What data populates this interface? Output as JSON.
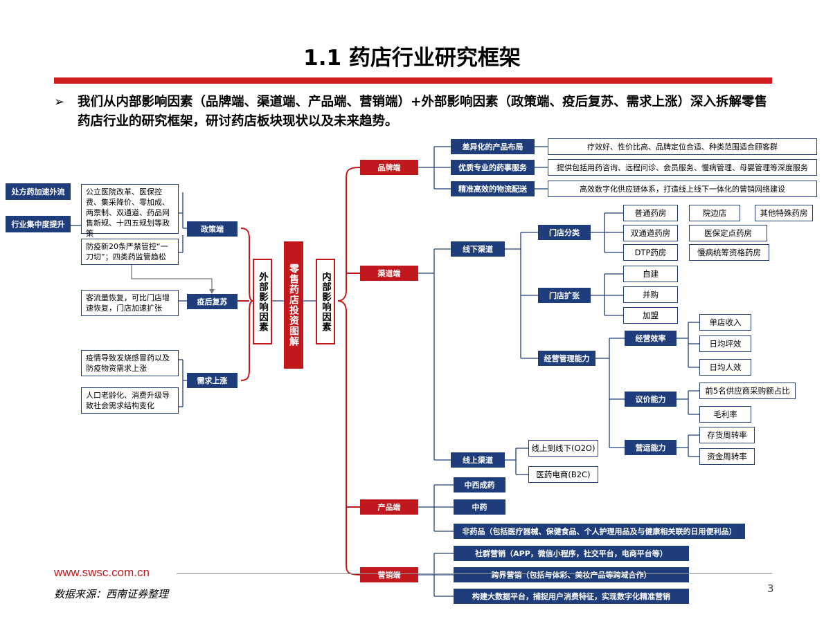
{
  "title": "1.1 药店行业研究框架",
  "bullet": {
    "symbol": "➢",
    "text": "我们从内部影响因素（品牌端、渠道端、产品端、营销端）+外部影响因素（政策端、疫后复苏、需求上涨）深入拆解零售药店行业的研究框架，研讨药店板块现状以及未来趋势。"
  },
  "diagram": {
    "center": "零售药店投资图解",
    "internal_label": "内部影响因素",
    "external_label": "外部影响因素",
    "external": {
      "left_tags": [
        "处方药加速外流",
        "行业集中度提升"
      ],
      "policy": {
        "label": "政策端",
        "notes": [
          "公立医院改革、医保控费、集采降价、零加成、两票制、双通道、药品网售新规、十四五规划等政策",
          "防疫新20条严禁管控“一刀切”；四类药监管趋松"
        ]
      },
      "recovery": {
        "label": "疫后复苏",
        "notes": [
          "客流量恢复，可比门店增速恢复，门店加速扩张"
        ]
      },
      "demand": {
        "label": "需求上涨",
        "notes": [
          "疫情导致发烧感冒药以及防疫物资需求上涨",
          "人口老龄化、消费升级导致社会需求结构变化"
        ]
      }
    },
    "brand": {
      "label": "品牌端",
      "items": [
        {
          "label": "差异化的产品布局",
          "desc": "疗效好、性价比高、品牌定位合适、种类范围适合顾客群"
        },
        {
          "label": "优质专业的药事服务",
          "desc": "提供包括用药咨询、远程问诊、会员服务、慢病管理、母婴管理等深度服务"
        },
        {
          "label": "精准高效的物流配送",
          "desc": "高效数字化供应链体系，打造线上线下一体化的营销网络建设"
        }
      ]
    },
    "channel": {
      "label": "渠道端",
      "offline": {
        "label": "线下渠道",
        "store_types": {
          "label": "门店分类",
          "items": [
            "普通药房",
            "院边店",
            "其他特殊药房",
            "双通道药房",
            "医保定点药房",
            "DTP药房",
            "慢病统筹资格药房"
          ]
        },
        "expansion": {
          "label": "门店扩张",
          "items": [
            "自建",
            "并购",
            "加盟"
          ]
        },
        "management": {
          "label": "经营管理能力",
          "efficiency": {
            "label": "经营效率",
            "items": [
              "单店收入",
              "日均坪效",
              "日均人效"
            ]
          },
          "bargaining": {
            "label": "议价能力",
            "items": [
              "前5名供应商采购额占比",
              "毛利率"
            ]
          },
          "operation": {
            "label": "营运能力",
            "items": [
              "存货周转率",
              "资金周转率"
            ]
          }
        }
      },
      "online": {
        "label": "线上渠道",
        "items": [
          "线上到线下(O2O)",
          "医药电商(B2C)"
        ]
      }
    },
    "product": {
      "label": "产品端",
      "items": [
        "中西成药",
        "中药",
        "非药品（包括医疗器械、保健食品、个人护理用品及与健康相关联的日用便利品）"
      ]
    },
    "marketing": {
      "label": "营销端",
      "items": [
        "社群营销（APP，微信小程序，社交平台，电商平台等）",
        "跨界营销（包括与体彩、美妆产品等跨域合作）",
        "构建大数据平台，捕捉用户消费特征，实现数字化精准营销"
      ]
    }
  },
  "footer": {
    "url": "www.swsc.com.cn",
    "source": "数据来源：西南证券整理",
    "page": "3"
  },
  "colors": {
    "accent_red": "#c0181d",
    "navy": "#1f3d7a",
    "title_bar": "#d01b1f"
  }
}
